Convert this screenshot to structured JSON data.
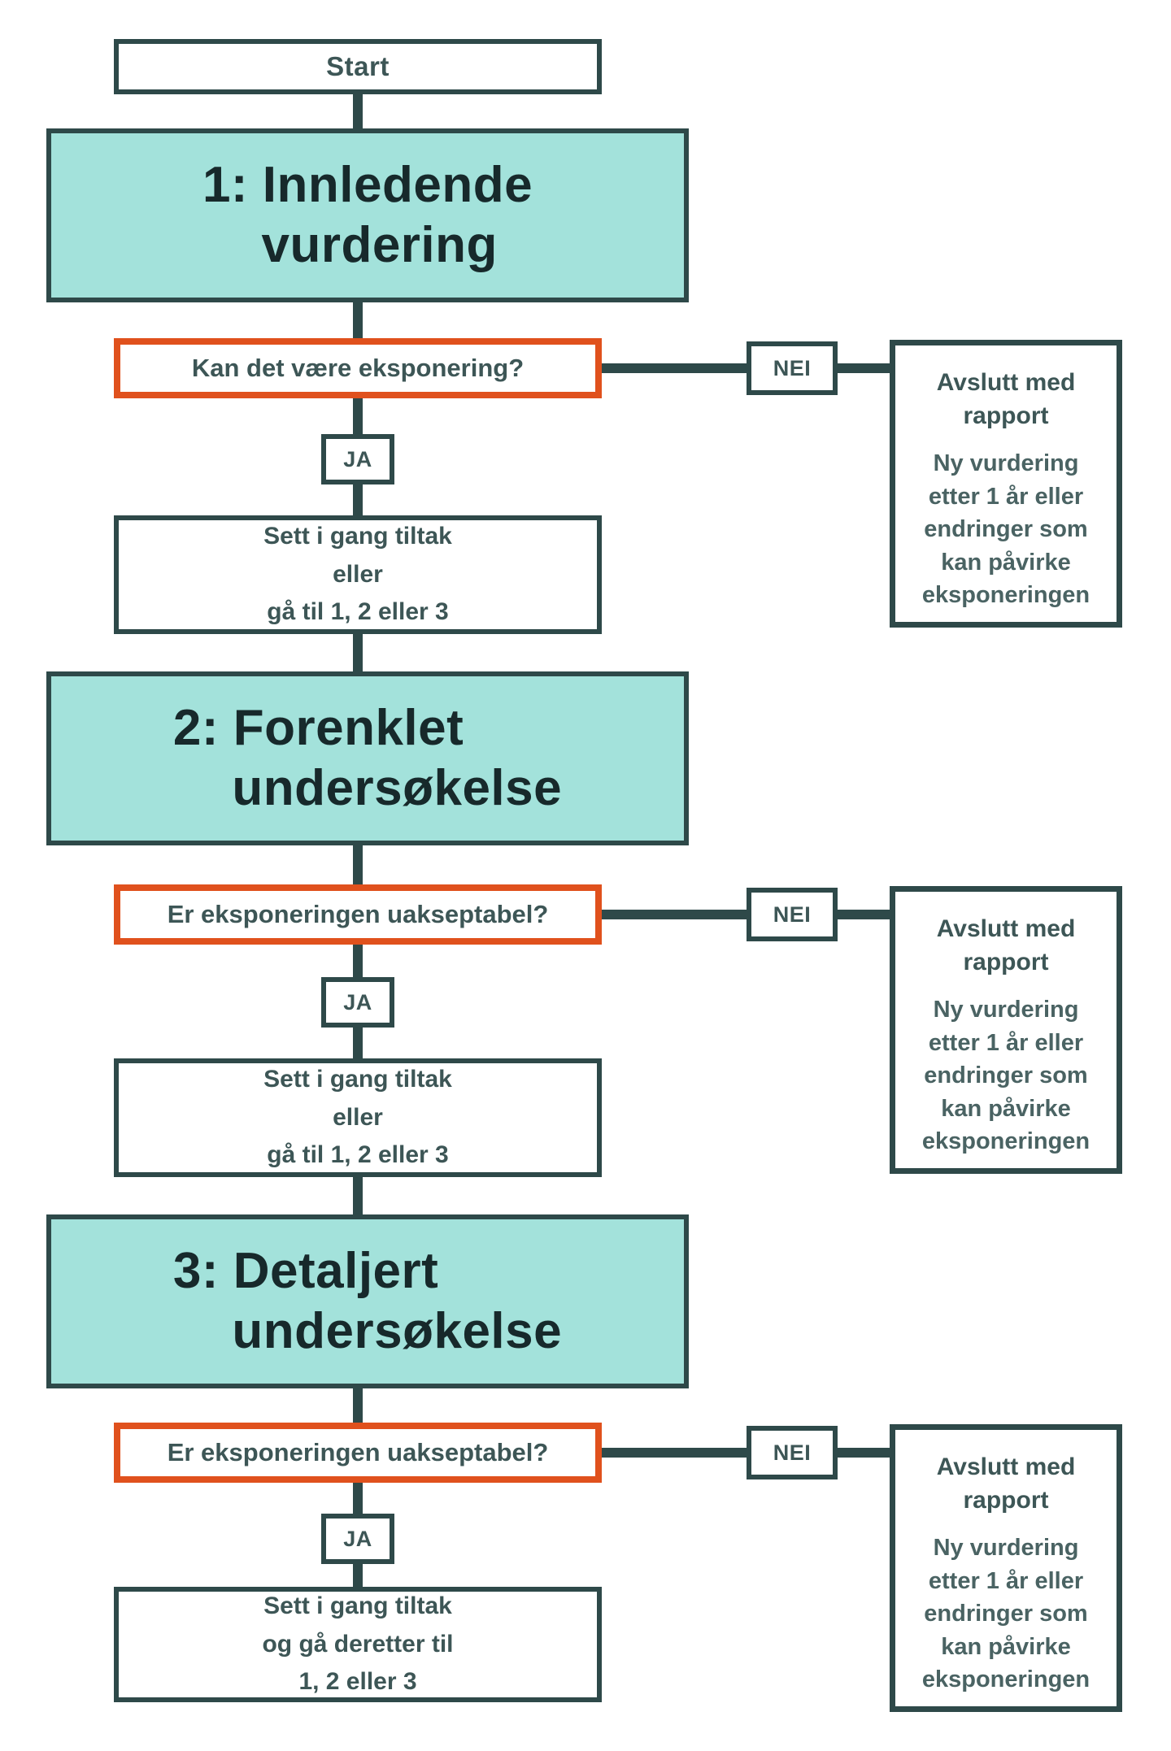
{
  "start_label": "Start",
  "stages": [
    {
      "title_line1": "1: Innledende",
      "title_line2": "vurdering",
      "question": "Kan det være eksponering?",
      "yes_label": "JA",
      "no_label": "NEI",
      "action_lines": [
        "Sett i gang tiltak",
        "eller",
        "gå til 1, 2 eller 3"
      ],
      "end_title": "Avslutt med rapport",
      "end_body": "Ny vurdering etter 1 år eller endringer som kan påvirke eksponeringen"
    },
    {
      "title_line1": "2: Forenklet",
      "title_line2": "undersøkelse",
      "question": "Er eksponeringen uakseptabel?",
      "yes_label": "JA",
      "no_label": "NEI",
      "action_lines": [
        "Sett i gang tiltak",
        "eller",
        "gå til 1, 2 eller 3"
      ],
      "end_title": "Avslutt med rapport",
      "end_body": "Ny vurdering etter 1 år eller endringer som kan påvirke eksponeringen"
    },
    {
      "title_line1": "3: Detaljert",
      "title_line2": "undersøkelse",
      "question": "Er eksponeringen uakseptabel?",
      "yes_label": "JA",
      "no_label": "NEI",
      "action_lines": [
        "Sett i gang tiltak",
        "og gå deretter til",
        "1, 2 eller 3"
      ],
      "end_title": "Avslutt med rapport",
      "end_body": "Ny vurdering etter 1 år eller endringer som kan påvirke eksponeringen"
    }
  ],
  "colors": {
    "stage_fill": "#a3e2db",
    "outline": "#2e4949",
    "question_border": "#e0511d",
    "heading_text": "#17292b",
    "body_text": "#3d5656"
  }
}
